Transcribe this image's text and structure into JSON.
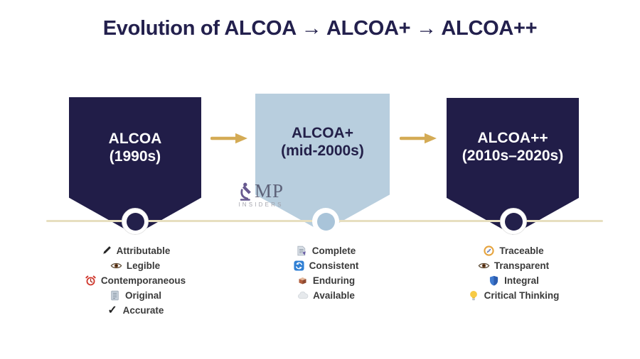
{
  "title": "Evolution of ALCOA → ALCOA+ → ALCOA++",
  "colors": {
    "navy": "#211d48",
    "light_blue": "#b8cede",
    "gold_arrow": "#d4ab55",
    "timeline": "#e7dfc0",
    "attribute_text": "#3a3a3a"
  },
  "stages": [
    {
      "label": "ALCOA",
      "period": "(1990s)",
      "theme": "navy",
      "attributes": [
        {
          "icon": "pen-icon",
          "label": "Attributable"
        },
        {
          "icon": "eye-icon",
          "label": "Legible"
        },
        {
          "icon": "alarm-clock-icon",
          "label": "Contemporaneous"
        },
        {
          "icon": "note-icon",
          "label": "Original"
        },
        {
          "icon": "check-icon",
          "label": "Accurate",
          "glyph": "✓"
        }
      ]
    },
    {
      "label": "ALCOA+",
      "period": "(mid-2000s)",
      "theme": "light-blue",
      "attributes": [
        {
          "icon": "document-purple-icon",
          "label": "Complete"
        },
        {
          "icon": "sync-arrows-icon",
          "label": "Consistent"
        },
        {
          "icon": "brick-icon",
          "label": "Enduring"
        },
        {
          "icon": "cloud-icon",
          "label": "Available"
        }
      ]
    },
    {
      "label": "ALCOA++",
      "period": "(2010s–2020s)",
      "theme": "navy",
      "attributes": [
        {
          "icon": "compass-icon",
          "label": "Traceable"
        },
        {
          "icon": "eye-icon",
          "label": "Transparent"
        },
        {
          "icon": "shield-icon",
          "label": "Integral"
        },
        {
          "icon": "bulb-icon",
          "label": "Critical Thinking"
        }
      ]
    }
  ],
  "watermark": {
    "icon": "microscope-icon",
    "brand": "MP",
    "subtitle": "INSIDERS"
  }
}
